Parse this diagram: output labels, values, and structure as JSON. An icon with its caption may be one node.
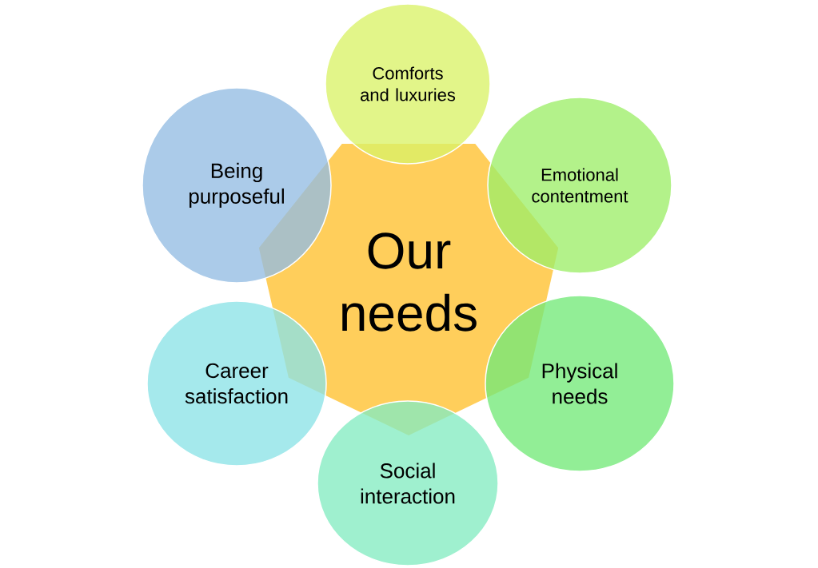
{
  "diagram": {
    "nodes": [
      {
        "text": [
          "Our needs"
        ]
      },
      {
        "text": [
          "Comforts and luxuries"
        ]
      },
      {
        "text": [
          "Emotional contentment"
        ]
      },
      {
        "text": [
          "Physical needs"
        ]
      },
      {
        "text": [
          "Social interaction"
        ]
      },
      {
        "text": [
          "Career satisfaction"
        ]
      },
      {
        "text": [
          "Being purposeful"
        ]
      }
    ]
  }
}
